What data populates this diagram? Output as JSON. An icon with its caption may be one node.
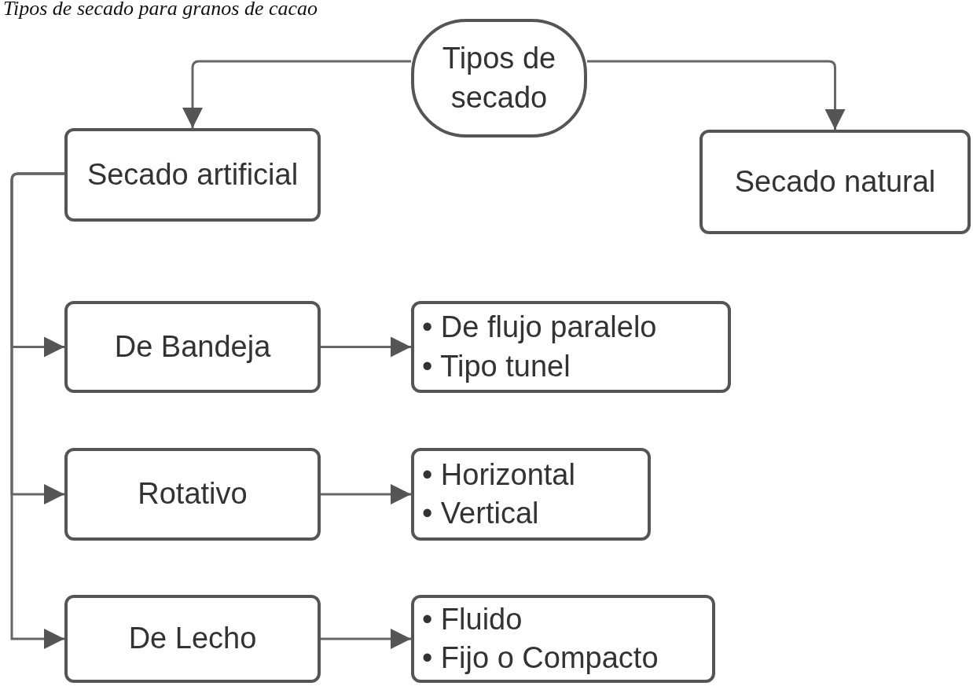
{
  "diagram": {
    "title": "Tipos de secado para granos de cacao",
    "nodes": [
      {
        "text": [
          "Tipos de secado"
        ]
      },
      {
        "text": [
          "Secado artificial"
        ]
      },
      {
        "text": [
          "Secado natural"
        ]
      },
      {
        "text": [
          "De Bandeja"
        ]
      },
      {
        "text": [
          "• De flujo paralelo",
          "• Tipo tunel"
        ]
      },
      {
        "text": [
          "Rotativo"
        ]
      },
      {
        "text": [
          "• Horizontal",
          "• Vertical"
        ]
      },
      {
        "text": [
          "De Lecho"
        ]
      },
      {
        "text": [
          "• Fluido",
          "• Fijo o Compacto"
        ]
      }
    ],
    "edges": [
      {
        "from": 0,
        "to": 1,
        "arrow": "to"
      },
      {
        "from": 0,
        "to": 2,
        "arrow": "to"
      },
      {
        "from": 1,
        "to": 3,
        "arrow": "to"
      },
      {
        "from": 1,
        "to": 5,
        "arrow": "to"
      },
      {
        "from": 1,
        "to": 7,
        "arrow": "to"
      },
      {
        "from": 3,
        "to": 4,
        "arrow": "to"
      },
      {
        "from": 5,
        "to": 6,
        "arrow": "to"
      },
      {
        "from": 7,
        "to": 8,
        "arrow": "to"
      }
    ]
  }
}
